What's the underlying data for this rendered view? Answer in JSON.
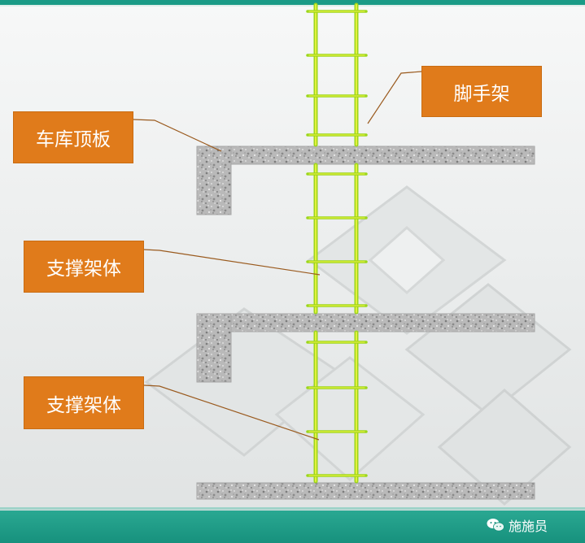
{
  "labels": {
    "roof_slab": "车库顶板",
    "scaffold": "脚手架",
    "support_upper": "支撑架体",
    "support_lower": "支撑架体"
  },
  "watermark": {
    "text": "施施员",
    "icon": "wechat-icon"
  },
  "colors": {
    "label_fill": "#e07b1b",
    "scaffold_green": "#9bd61c",
    "scaffold_yellow": "#e4f03c",
    "leader_line": "#9a5a1e",
    "teal_bar": "#1a9b86"
  }
}
